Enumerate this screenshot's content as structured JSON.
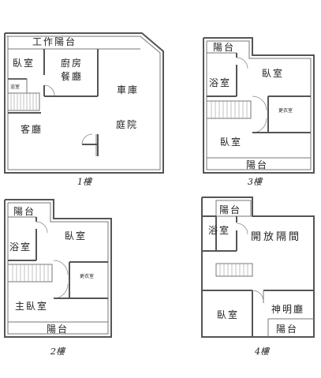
{
  "floor1": {
    "work_balcony": "工作陽台",
    "bedroom": "臥室",
    "kitchen_top": "廚房",
    "kitchen_bottom": "餐廳",
    "bath": "浴室",
    "living": "客廳",
    "garage_top": "車庫",
    "garage_bottom": "庭院",
    "floor_label": "1樓"
  },
  "floor2": {
    "balcony_top": "陽台",
    "bath": "浴室",
    "bedroom": "臥室",
    "closet": "更衣室",
    "master_bedroom": "主臥室",
    "balcony_bottom": "陽台",
    "floor_label": "2樓"
  },
  "floor3": {
    "balcony_top": "陽台",
    "bedroom_top": "臥室",
    "bath": "浴室",
    "closet": "更衣室",
    "bedroom_bottom": "臥室",
    "balcony_bottom": "陽台",
    "floor_label": "3樓"
  },
  "floor4": {
    "balcony_top": "陽台",
    "bath": "浴室",
    "open_space": "開放隔間",
    "bedroom": "臥室",
    "shrine": "神明廳",
    "balcony_bottom": "陽台",
    "floor_label": "4樓"
  }
}
